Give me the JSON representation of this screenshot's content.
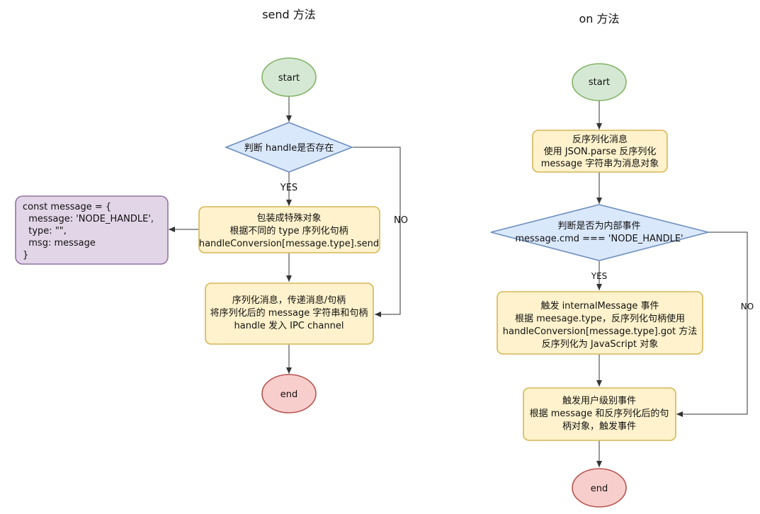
{
  "left": {
    "title": "send 方法",
    "start": "start",
    "decision": "判断 handle是否存在",
    "yes": "YES",
    "no": "NO",
    "wrap": [
      "包装成特殊对象",
      "根据不同的 type 序列化句柄",
      "handleConversion[message.type].send"
    ],
    "code": [
      "const message = {",
      "  message: 'NODE_HANDLE',",
      "  type: \"\",",
      "  msg: message",
      "}"
    ],
    "serialize": [
      "序列化消息，传递消息/句柄",
      "将序列化后的 message 字符串和句柄",
      "handle 发入 IPC channel"
    ],
    "end": "end"
  },
  "right": {
    "title": "on 方法",
    "start": "start",
    "deserialize": [
      "反序列化消息",
      "使用 JSON.parse 反序列化",
      "message 字符串为消息对象"
    ],
    "decision": [
      "判断是否为内部事件",
      "message.cmd === 'NODE_HANDLE'"
    ],
    "yes": "YES",
    "no": "NO",
    "trigger_internal": [
      "触发 internalMessage 事件",
      "根据 meesage.type，反序列化句柄使用",
      "handleConversion[message.type].got 方法",
      "反序列化为 JavaScript 对象"
    ],
    "trigger_user": [
      "触发用户级别事件",
      "根据 message 和反序列化后的句",
      "柄对象，触发事件"
    ],
    "end": "end"
  }
}
